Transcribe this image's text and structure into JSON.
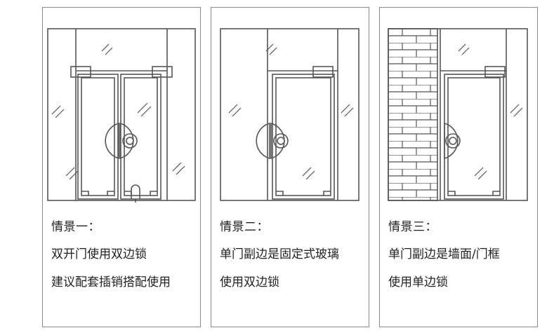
{
  "scenes": [
    {
      "title": "情景一：",
      "lines": [
        "双开门使用双边锁",
        "建议配套插销搭配使用"
      ]
    },
    {
      "title": "情景二：",
      "lines": [
        "单门副边是固定式玻璃",
        "使用双边锁"
      ]
    },
    {
      "title": "情景三：",
      "lines": [
        "单门副边是墙面/门框",
        "使用单边锁"
      ]
    }
  ],
  "colors": {
    "line": "#555555",
    "border": "#8a8a8a",
    "background": "#ffffff"
  }
}
